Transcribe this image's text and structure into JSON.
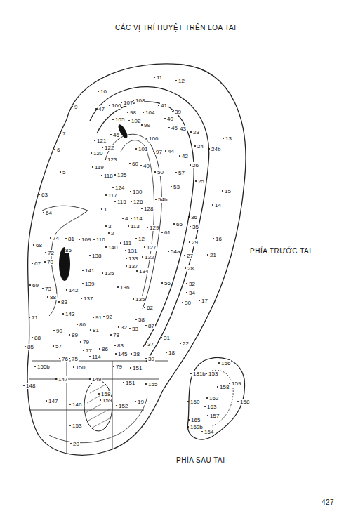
{
  "diagram": {
    "title": "CÁC VỊ TRÍ HUYỆT TRÊN LOA TAI",
    "labels": [
      "11",
      "12",
      "10",
      "9",
      "47",
      "106",
      "107",
      "108",
      "41",
      "39",
      "98",
      "104",
      "105",
      "102",
      "40",
      "99",
      "45",
      "43",
      "23",
      "7",
      "46",
      "100",
      "13",
      "121",
      "24",
      "24b",
      "122",
      "6",
      "101",
      "97",
      "44",
      "120",
      "42",
      "123",
      "60",
      "49",
      "119",
      "26",
      "50",
      "57",
      "5",
      "118",
      "125",
      "25",
      "124",
      "53",
      "117",
      "130",
      "15",
      "63",
      "115",
      "126",
      "54b",
      "14",
      "1",
      "128",
      "64",
      "36",
      "4",
      "114",
      "65",
      "3",
      "113",
      "129",
      "35",
      "61",
      "16",
      "74",
      "81",
      "109",
      "110",
      "2",
      "111",
      "12",
      "29",
      "68",
      "85",
      "140",
      "127",
      "72",
      "131",
      "133",
      "132",
      "21",
      "54a",
      "27",
      "67",
      "70",
      "138",
      "137",
      "141",
      "135",
      "134",
      "28",
      "139",
      "69",
      "73",
      "142",
      "136",
      "56",
      "32",
      "88",
      "83",
      "137",
      "135",
      "34",
      "30",
      "17",
      "62",
      "71",
      "143",
      "91",
      "92",
      "58",
      "80",
      "32",
      "33",
      "87",
      "81",
      "90",
      "89",
      "78",
      "31",
      "88",
      "79",
      "86",
      "83",
      "37",
      "22",
      "85",
      "57",
      "77",
      "145",
      "38",
      "18",
      "76",
      "75",
      "114",
      "39",
      "155b",
      "150",
      "79",
      "151",
      "147",
      "149",
      "151",
      "155",
      "148",
      "158",
      "159",
      "19",
      "147",
      "146",
      "152",
      "153",
      "20",
      "156",
      "181b",
      "153",
      "158",
      "159",
      "160",
      "162",
      "158",
      "163",
      "165",
      "157",
      "162b",
      "164",
      "PHÍA TRƯỚC TAI",
      "PHÍA SAU TAI",
      "427"
    ]
  }
}
